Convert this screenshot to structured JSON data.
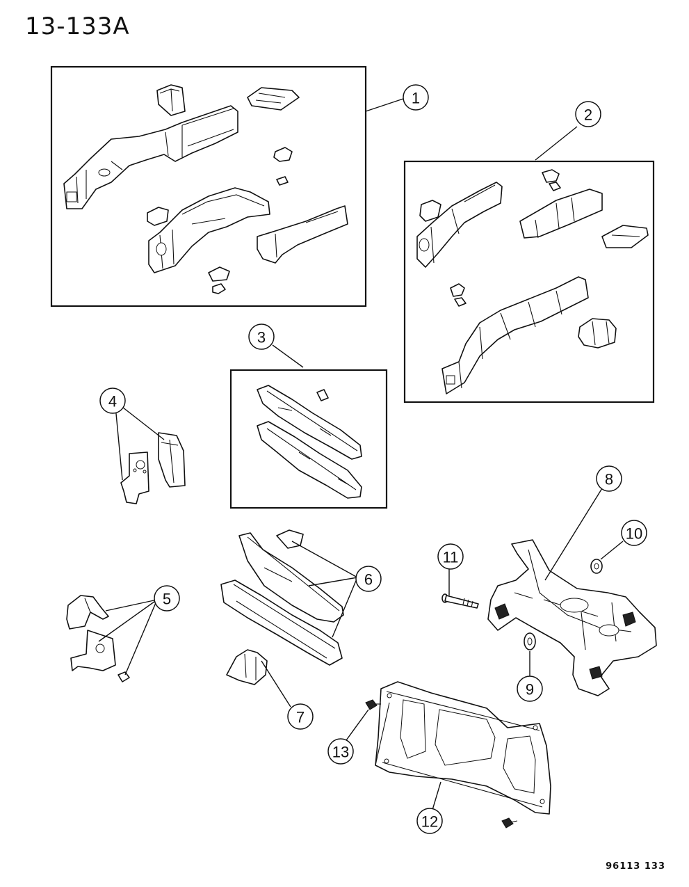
{
  "header": {
    "page_id": "13-133A"
  },
  "footer": {
    "code": "96113  133"
  },
  "callouts": [
    {
      "id": "c1",
      "label": "1"
    },
    {
      "id": "c2",
      "label": "2"
    },
    {
      "id": "c3",
      "label": "3"
    },
    {
      "id": "c4",
      "label": "4"
    },
    {
      "id": "c5",
      "label": "5"
    },
    {
      "id": "c6",
      "label": "6"
    },
    {
      "id": "c7",
      "label": "7"
    },
    {
      "id": "c8",
      "label": "8"
    },
    {
      "id": "c9",
      "label": "9"
    },
    {
      "id": "c10",
      "label": "10"
    },
    {
      "id": "c11",
      "label": "11"
    },
    {
      "id": "c12",
      "label": "12"
    },
    {
      "id": "c13",
      "label": "13"
    }
  ]
}
